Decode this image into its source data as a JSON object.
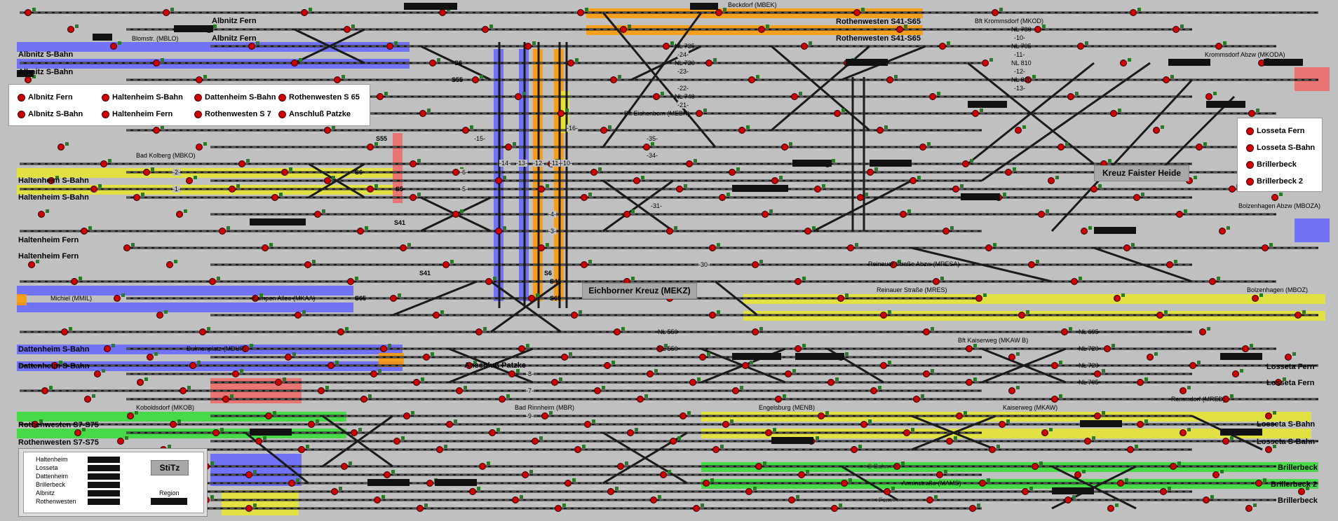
{
  "track_labels_left": [
    {
      "text": "Albnitz Fern"
    },
    {
      "text": "Albnitz Fern"
    },
    {
      "text": "Albnitz S-Bahn"
    },
    {
      "text": "Albnitz S-Bahn"
    },
    {
      "text": "Haltenheim S-Bahn"
    },
    {
      "text": "Haltenheim S-Bahn"
    },
    {
      "text": "Haltenheim Fern"
    },
    {
      "text": "Haltenheim Fern"
    },
    {
      "text": "Dattenheim S-Bahn"
    },
    {
      "text": "Dattenheim S-Bahn"
    },
    {
      "text": "Rothenwesten S7-S75"
    },
    {
      "text": "Rothenwesten S7-S75"
    }
  ],
  "track_labels_right": [
    {
      "text": "Rothenwesten S41-S65"
    },
    {
      "text": "Rothenwesten S41-S65"
    },
    {
      "text": "Losseta Fern"
    },
    {
      "text": "Losseta Fern"
    },
    {
      "text": "Losseta S-Bahn"
    },
    {
      "text": "Losseta S-Bahn"
    },
    {
      "text": "Brillerbeck"
    },
    {
      "text": "Brillerbeck 2"
    },
    {
      "text": "Brillerbeck"
    }
  ],
  "station_labels": [
    "Blomstr. (MBLO)",
    "Beckdorf (MBEK)",
    "Bft Krommsdorf (MKOD)",
    "Bft Eichenborn (MEBN)",
    "Bad Kolberg (MBKO)",
    "Krommsdorf Abzw (MKODA)",
    "Bolzenhagen Abzw (MBOZA)",
    "Reinauer Straße Abzw (MRESA)",
    "Reinauer Straße (MRES)",
    "Bolzenhagen (MBOZ)",
    "Michiel (MMIL)",
    "Kampen Allee (MKAA)",
    "Dulmenplatz (MDUP)",
    "Bft Kaiserweg (MKAW B)",
    "Koboldsdorf (MKOB)",
    "Bad Rinnheim (MBR)",
    "Engelsburg (MENB)",
    "Kaiserweg (MKAW)",
    "Remmdorf (MRED)",
    "Arminstraße (MAMS)"
  ],
  "nl_labels": [
    "NL 735",
    "NL 720",
    "NL 740",
    "NL 780",
    "NL 705",
    "NL 810",
    "NL 820",
    "NL 550",
    "NL 550",
    "NL 695",
    "NL 720",
    "NL 720",
    "NL 705"
  ],
  "track_numbers": [
    "-10-",
    "-11-",
    "-12-",
    "-13-",
    "-22-",
    "-21-",
    "-24-",
    "-23-",
    "-35-",
    "-34-",
    "-31-",
    "-30-",
    "-2-",
    "-1-",
    "-4-",
    "-3-",
    "-6-",
    "-5-",
    "-15-",
    "-16-",
    "-14-",
    "-13-",
    "-12-",
    "-11-",
    "-10-",
    "-8-",
    "-7-",
    "-9-"
  ],
  "route_tags": [
    "S6",
    "S55",
    "S55",
    "S6",
    "S5",
    "S41",
    "S41",
    "S6",
    "S41",
    "S65",
    "S65"
  ],
  "legend_top_left": [
    {
      "label": "Albnitz Fern"
    },
    {
      "label": "Haltenheim S-Bahn"
    },
    {
      "label": "Dattenheim S-Bahn"
    },
    {
      "label": "Rothenwesten S 65"
    },
    {
      "label": "Albnitz S-Bahn"
    },
    {
      "label": "Haltenheim Fern"
    },
    {
      "label": "Rothenwesten S 7"
    },
    {
      "label": "Anschluß Patzke"
    }
  ],
  "legend_right": [
    {
      "label": "Losseta Fern"
    },
    {
      "label": "Losseta S-Bahn"
    },
    {
      "label": "Brillerbeck"
    },
    {
      "label": "Brillerbeck 2"
    }
  ],
  "center_titles": {
    "mekz": "Eichborner Kreuz (MEKZ)",
    "faister": "Kreuz Faister Heide",
    "patzke": "Anschluß Patzke"
  },
  "counter_panel": {
    "rows": [
      "Haltenheim",
      "Losseta",
      "Dattenheim",
      "Brillerbeck",
      "Albnitz",
      "Rothenwesten"
    ],
    "button": "StiTz",
    "region_label": "Region"
  },
  "s_bahn_arrow": "<< S-Bahn >>",
  "fern_arrow": "<< Fern >>",
  "colors": {
    "bg": "#c0c0c0",
    "track": "#1a1a1a",
    "yellow": "#e6e62e",
    "blue": "#6464ff",
    "orange": "#ff9900",
    "green": "#33dd33",
    "red": "#ee6666",
    "signal": "#cc0000"
  }
}
